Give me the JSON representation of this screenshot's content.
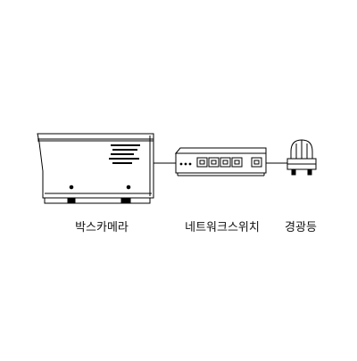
{
  "diagram": {
    "nodes": [
      {
        "id": "box-camera",
        "label": "박스카메라"
      },
      {
        "id": "network-switch",
        "label": "네트워크스위치"
      },
      {
        "id": "warning-light",
        "label": "경광등"
      }
    ],
    "connections": [
      {
        "from": "box-camera",
        "to": "network-switch"
      },
      {
        "from": "network-switch",
        "to": "warning-light"
      }
    ],
    "colors": {
      "line": "#000000",
      "background": "#ffffff"
    }
  }
}
